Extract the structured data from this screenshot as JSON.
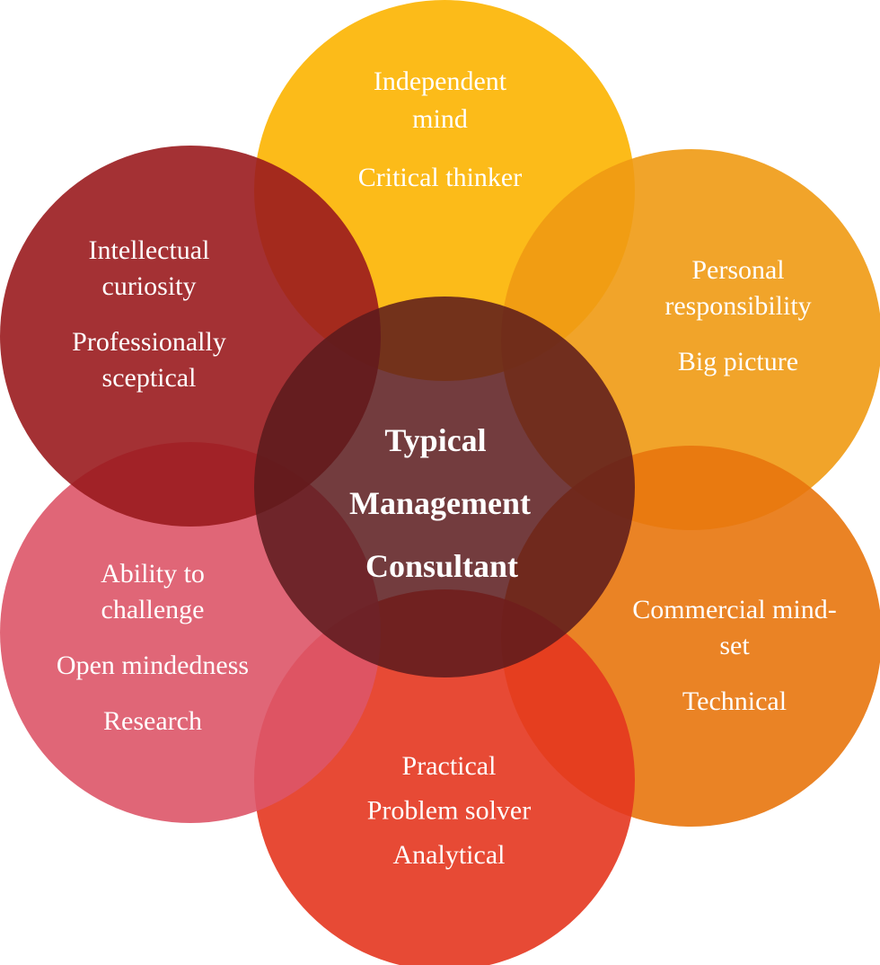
{
  "diagram": {
    "center": {
      "lines": [
        "Typical",
        "Management",
        "Consultant"
      ],
      "color": "#5b1a1c"
    },
    "petals": [
      {
        "id": "top",
        "color": "#fcb400",
        "lines": [
          "Independent",
          "mind",
          "",
          "Critical thinker"
        ]
      },
      {
        "id": "upper-right",
        "color": "#f09a13",
        "lines": [
          "Personal",
          "responsibility",
          "",
          "Big picture"
        ]
      },
      {
        "id": "lower-right",
        "color": "#e8760d",
        "lines": [
          "Commercial mind-",
          "set",
          "",
          "Technical"
        ]
      },
      {
        "id": "bottom",
        "color": "#e4361f",
        "lines": [
          "Practical",
          "",
          "Problem solver",
          "",
          "Analytical"
        ]
      },
      {
        "id": "lower-left",
        "color": "#dd5568",
        "lines": [
          "Ability to",
          "challenge",
          "",
          "Open mindedness",
          "",
          "Research"
        ]
      },
      {
        "id": "upper-left",
        "color": "#9a1b1e",
        "lines": [
          "Intellectual",
          "curiosity",
          "",
          "Professionally",
          "sceptical"
        ]
      }
    ]
  }
}
